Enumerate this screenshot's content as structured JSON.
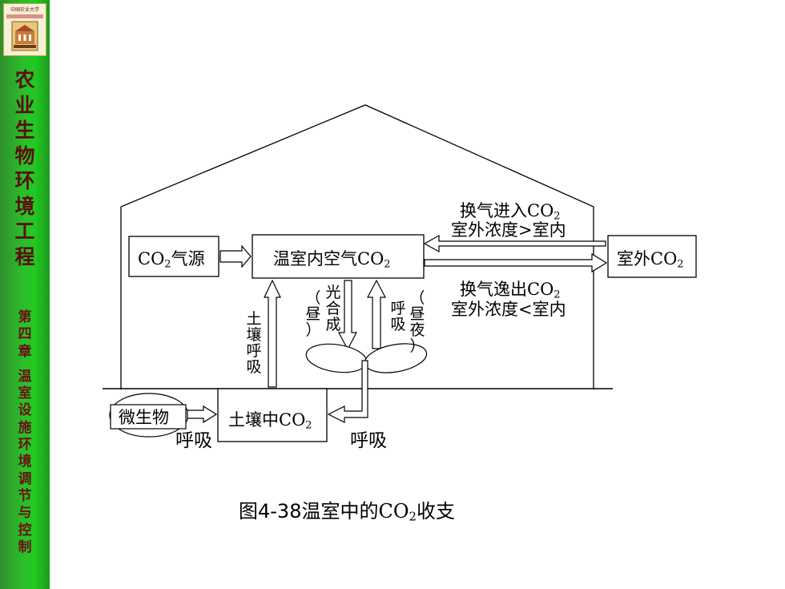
{
  "sidebar": {
    "logo_text": "中国农业大学",
    "title_chars": [
      "农",
      "业",
      "生",
      "物",
      "环",
      "境",
      "工",
      "程"
    ],
    "chapter_chars": [
      "第",
      "四",
      "章"
    ],
    "section_chars": [
      "温",
      "室",
      "设",
      "施",
      "环",
      "境",
      "调",
      "节",
      "与",
      "控",
      "制"
    ]
  },
  "diagram": {
    "co2_source": {
      "prefix": "CO",
      "sub": "2",
      "suffix": "气源"
    },
    "indoor_air": {
      "prefix": "温室内空气CO",
      "sub": "2"
    },
    "outdoor": {
      "prefix": "室外CO",
      "sub": "2"
    },
    "soil": {
      "prefix": "土壤中CO",
      "sub": "2"
    },
    "microbe": "微生物",
    "vent_in_line1": {
      "prefix": "换气进入CO",
      "sub": "2"
    },
    "vent_in_line2": "室外浓度>室内",
    "vent_out_line1": {
      "prefix": "换气逸出CO",
      "sub": "2"
    },
    "vent_out_line2": "室外浓度<室内",
    "photosynthesis": [
      "光",
      "合",
      "成"
    ],
    "photosynthesis_note": [
      "（",
      "昼",
      "）"
    ],
    "respiration": [
      "呼",
      "吸"
    ],
    "respiration_note": [
      "（",
      "昼",
      "夜",
      "）"
    ],
    "soil_respiration": [
      "土",
      "壤",
      "呼",
      "吸"
    ],
    "respiration_label_left": "呼吸",
    "respiration_label_right": "呼吸"
  },
  "caption": {
    "prefix": "图4-38温室中的",
    "co": "CO",
    "sub": "2",
    "suffix": "收支"
  }
}
